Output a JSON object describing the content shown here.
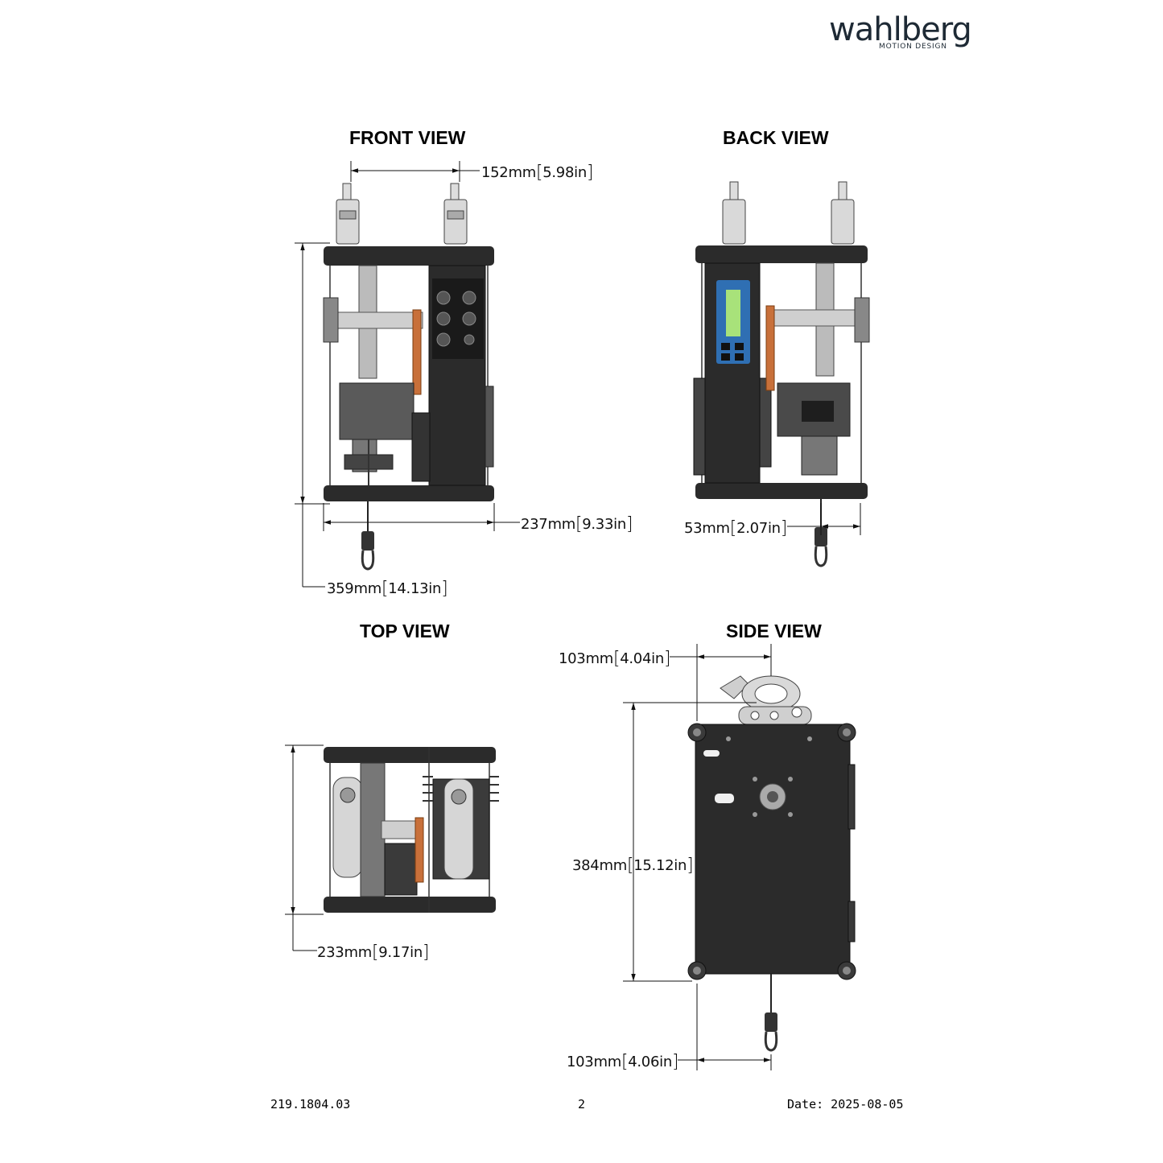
{
  "logo": {
    "word": "wahlberg",
    "tagline": "MOTION DESIGN",
    "color": "#1e2a35",
    "accent": "#2a78b8"
  },
  "views": {
    "front": {
      "title": "FRONT VIEW",
      "dims": [
        {
          "mm": "152mm",
          "in": "5.98in"
        },
        {
          "mm": "237mm",
          "in": "9.33in"
        },
        {
          "mm": "359mm",
          "in": "14.13in"
        }
      ]
    },
    "back": {
      "title": "BACK VIEW",
      "dims": [
        {
          "mm": "53mm",
          "in": "2.07in"
        }
      ]
    },
    "top": {
      "title": "TOP VIEW",
      "dims": [
        {
          "mm": "233mm",
          "in": "9.17in"
        }
      ]
    },
    "side": {
      "title": "SIDE VIEW",
      "dims": [
        {
          "mm": "103mm",
          "in": "4.04in"
        },
        {
          "mm": "384mm",
          "in": "15.12in"
        },
        {
          "mm": "103mm",
          "in": "4.06in"
        }
      ]
    }
  },
  "footer": {
    "doc_number": "219.1804.03",
    "page": "2",
    "date": "Date: 2025-08-05"
  },
  "colors": {
    "frame": "#2b2b2b",
    "frame_light": "#5a5a5a",
    "clamp": "#c8c8c8",
    "belt": "#c8703a",
    "display_panel": "#2f6fb3",
    "display_screen": "#a8e27a"
  }
}
